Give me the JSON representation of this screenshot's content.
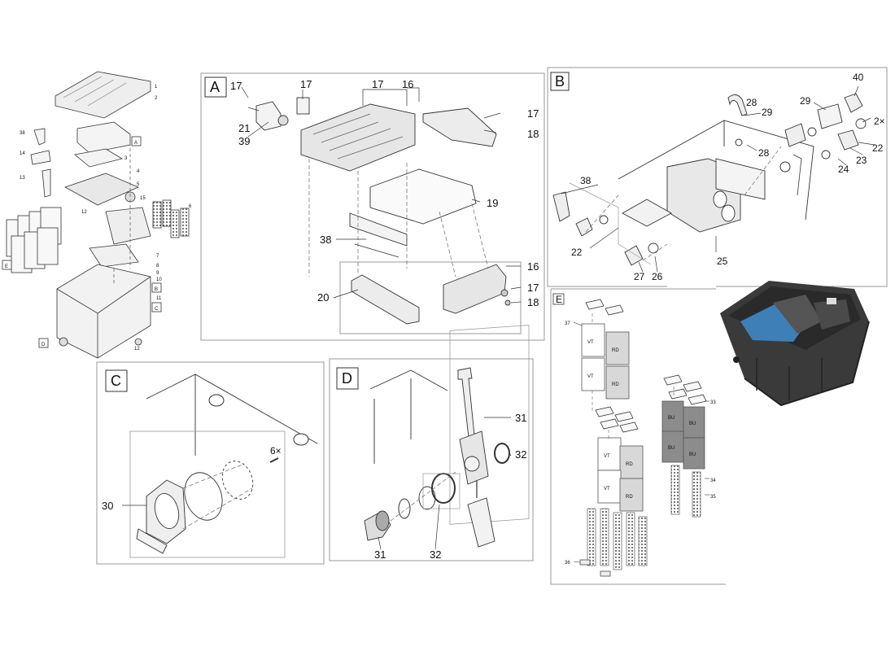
{
  "panels": {
    "a": {
      "letter": "A"
    },
    "b": {
      "letter": "B"
    },
    "c": {
      "letter": "C"
    },
    "d": {
      "letter": "D"
    },
    "e": {
      "letter": "E"
    }
  },
  "overview": {
    "markers": {
      "a": "A",
      "b": "B",
      "c": "C",
      "d": "D",
      "e": "E"
    },
    "numbers": [
      "1",
      "2",
      "38",
      "3",
      "14",
      "4",
      "13",
      "5",
      "15",
      "6",
      "12",
      "7",
      "8",
      "9",
      "10",
      "11",
      "12"
    ]
  },
  "panel_a_labels": {
    "n17a": "17",
    "n17b": "17",
    "n17c": "17",
    "n16a": "16",
    "n21": "21",
    "n39": "39",
    "n17d": "17",
    "n18a": "18",
    "n19": "19",
    "n38": "38",
    "n16b": "16",
    "n17e": "17",
    "n20": "20",
    "n18b": "18"
  },
  "panel_b_labels": {
    "n40": "40",
    "n28a": "28",
    "n29a": "29",
    "n29b": "29",
    "n2x": "2×",
    "n28b": "28",
    "n22a": "22",
    "n23": "23",
    "n24": "24",
    "n38": "38",
    "n22b": "22",
    "n25": "25",
    "n27": "27",
    "n26": "26"
  },
  "panel_c_labels": {
    "n30": "30",
    "n6x": "6×"
  },
  "panel_d_labels": {
    "n31a": "31",
    "n32a": "32",
    "n31b": "31",
    "n32b": "32"
  },
  "panel_e_labels": {
    "n37": "37",
    "n33": "33",
    "n34": "34",
    "n35": "35",
    "n36": "36",
    "vt": "VT",
    "rd": "RD",
    "bu": "BU"
  }
}
